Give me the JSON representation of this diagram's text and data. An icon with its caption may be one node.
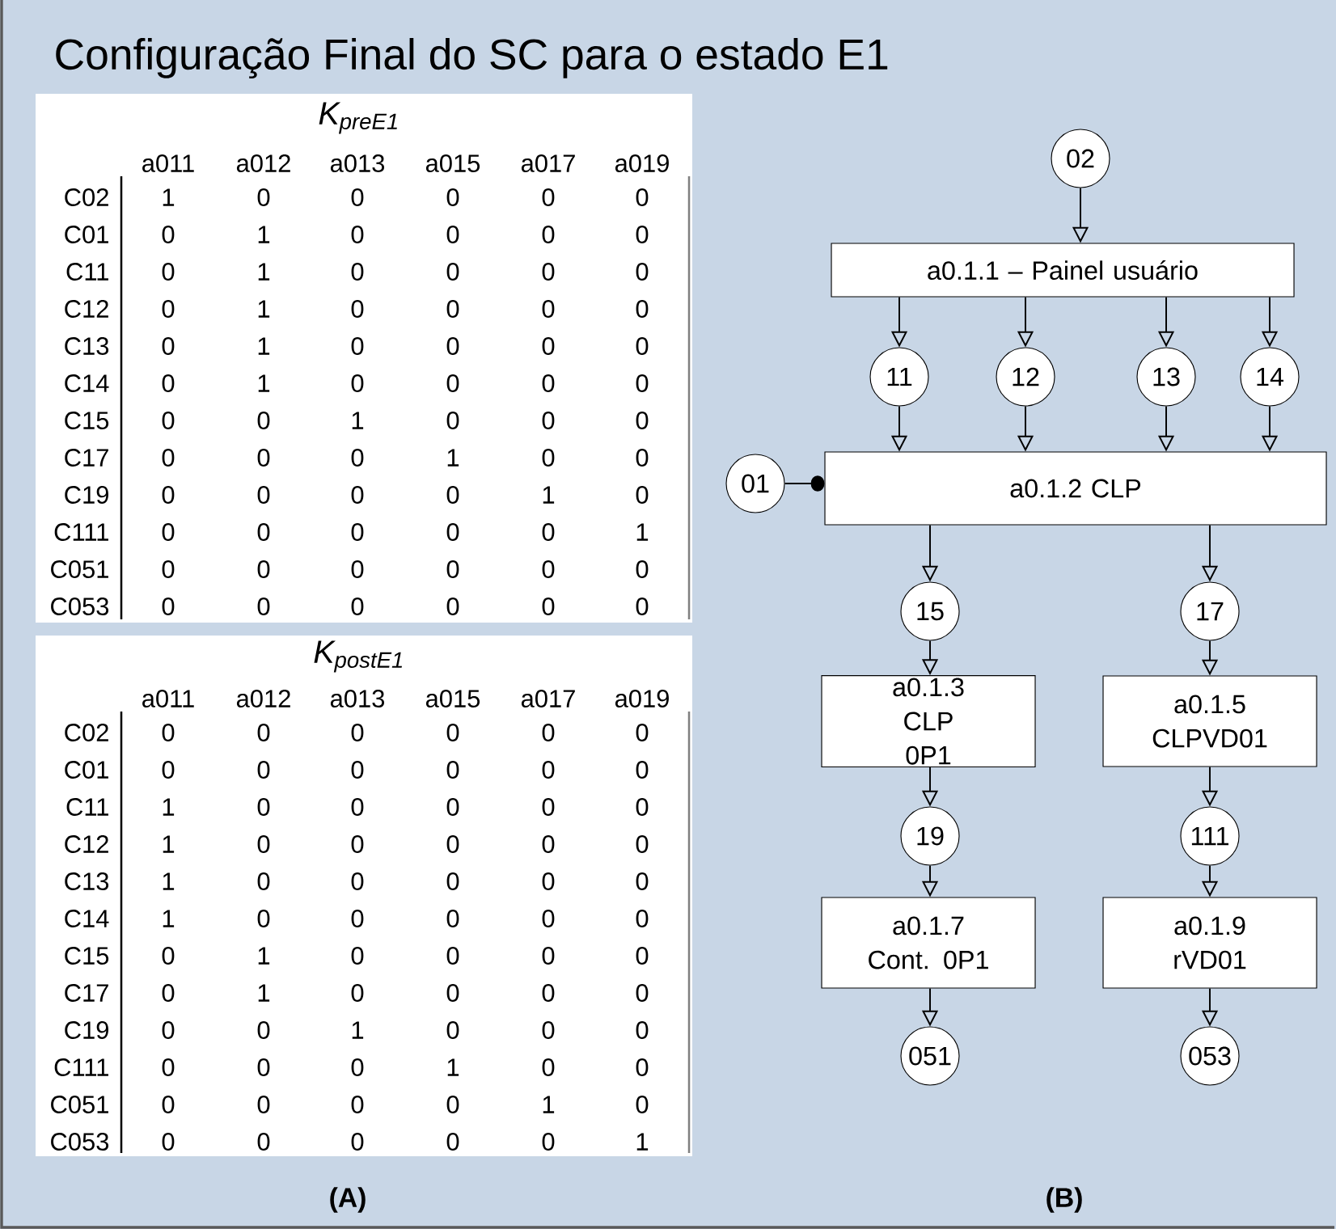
{
  "diagram": {
    "title": "Configuração Final do SC para o estado E1",
    "nodes": [
      {
        "text": [
          "02"
        ]
      },
      {
        "text": [
          "a0.1.1 – Painel usuário"
        ]
      },
      {
        "text": [
          "11"
        ]
      },
      {
        "text": [
          "12"
        ]
      },
      {
        "text": [
          "13"
        ]
      },
      {
        "text": [
          "14"
        ]
      },
      {
        "text": [
          "01"
        ]
      },
      {
        "text": [
          "a0.1.2 CLP"
        ]
      },
      {
        "text": [
          "15"
        ]
      },
      {
        "text": [
          "17"
        ]
      },
      {
        "text": [
          "a0.1.3 CLP 0P1"
        ]
      },
      {
        "text": [
          "a0.1.5 CLPVD01"
        ]
      },
      {
        "text": [
          "19"
        ]
      },
      {
        "text": [
          "111"
        ]
      },
      {
        "text": [
          "a0.1.7 Cont. 0P1"
        ]
      },
      {
        "text": [
          "a0.1.9 rVD01"
        ]
      },
      {
        "text": [
          "051"
        ]
      },
      {
        "text": [
          "053"
        ]
      }
    ],
    "edges": [
      {
        "from": 0,
        "to": 1,
        "arrow": "to"
      },
      {
        "from": 1,
        "to": 2,
        "arrow": "to"
      },
      {
        "from": 1,
        "to": 3,
        "arrow": "to"
      },
      {
        "from": 1,
        "to": 4,
        "arrow": "to"
      },
      {
        "from": 1,
        "to": 5,
        "arrow": "to"
      },
      {
        "from": 2,
        "to": 7,
        "arrow": "to"
      },
      {
        "from": 3,
        "to": 7,
        "arrow": "to"
      },
      {
        "from": 4,
        "to": 7,
        "arrow": "to"
      },
      {
        "from": 5,
        "to": 7,
        "arrow": "to"
      },
      {
        "from": 6,
        "to": 7,
        "arrow": "other"
      },
      {
        "from": 7,
        "to": 8,
        "arrow": "to"
      },
      {
        "from": 7,
        "to": 9,
        "arrow": "to"
      },
      {
        "from": 8,
        "to": 10,
        "arrow": "to"
      },
      {
        "from": 9,
        "to": 11,
        "arrow": "to"
      },
      {
        "from": 10,
        "to": 12,
        "arrow": "to"
      },
      {
        "from": 11,
        "to": 13,
        "arrow": "to"
      },
      {
        "from": 12,
        "to": 14,
        "arrow": "to"
      },
      {
        "from": 13,
        "to": 15,
        "arrow": "to"
      },
      {
        "from": 14,
        "to": 16,
        "arrow": "to"
      },
      {
        "from": 15,
        "to": 17,
        "arrow": "to"
      }
    ],
    "labels": [
      "K$_{preE1}$",
      "a011",
      "a012",
      "a013",
      "a015",
      "a017",
      "a019",
      "C02",
      "1",
      "0",
      "0",
      "0",
      "0",
      "0",
      "C01",
      "0",
      "1",
      "0",
      "0",
      "0",
      "0",
      "C11",
      "0",
      "1",
      "0",
      "0",
      "0",
      "0",
      "C12",
      "0",
      "1",
      "0",
      "0",
      "0",
      "0",
      "C13",
      "0",
      "1",
      "0",
      "0",
      "0",
      "0",
      "C14",
      "0",
      "1",
      "0",
      "0",
      "0",
      "0",
      "C15",
      "0",
      "0",
      "1",
      "0",
      "0",
      "0",
      "C17",
      "0",
      "0",
      "0",
      "1",
      "0",
      "0",
      "C19",
      "0",
      "0",
      "0",
      "0",
      "1",
      "0",
      "C111",
      "0",
      "0",
      "0",
      "0",
      "0",
      "1",
      "C051",
      "0",
      "0",
      "0",
      "0",
      "0",
      "0",
      "C053",
      "0",
      "0",
      "0",
      "0",
      "0",
      "0",
      "K$_{postE1}$",
      "a011",
      "a012",
      "a013",
      "a015",
      "a017",
      "a019",
      "C02",
      "0",
      "0",
      "0",
      "0",
      "0",
      "0",
      "C01",
      "0",
      "0",
      "0",
      "0",
      "0",
      "0",
      "C11",
      "1",
      "0",
      "0",
      "0",
      "0",
      "0",
      "C12",
      "1",
      "0",
      "0",
      "0",
      "0",
      "0",
      "C13",
      "1",
      "0",
      "0",
      "0",
      "0",
      "0",
      "C14",
      "1",
      "0",
      "0",
      "0",
      "0",
      "0",
      "C15",
      "0",
      "1",
      "0",
      "0",
      "0",
      "0",
      "C17",
      "0",
      "1",
      "0",
      "0",
      "0",
      "0",
      "C19",
      "0",
      "0",
      "1",
      "0",
      "0",
      "0",
      "C111",
      "0",
      "0",
      "0",
      "1",
      "0",
      "0",
      "C051",
      "0",
      "0",
      "0",
      "0",
      "1",
      "0",
      "C053",
      "0",
      "0",
      "0",
      "0",
      "0",
      "1",
      "(A)",
      "(B)"
    ]
  }
}
